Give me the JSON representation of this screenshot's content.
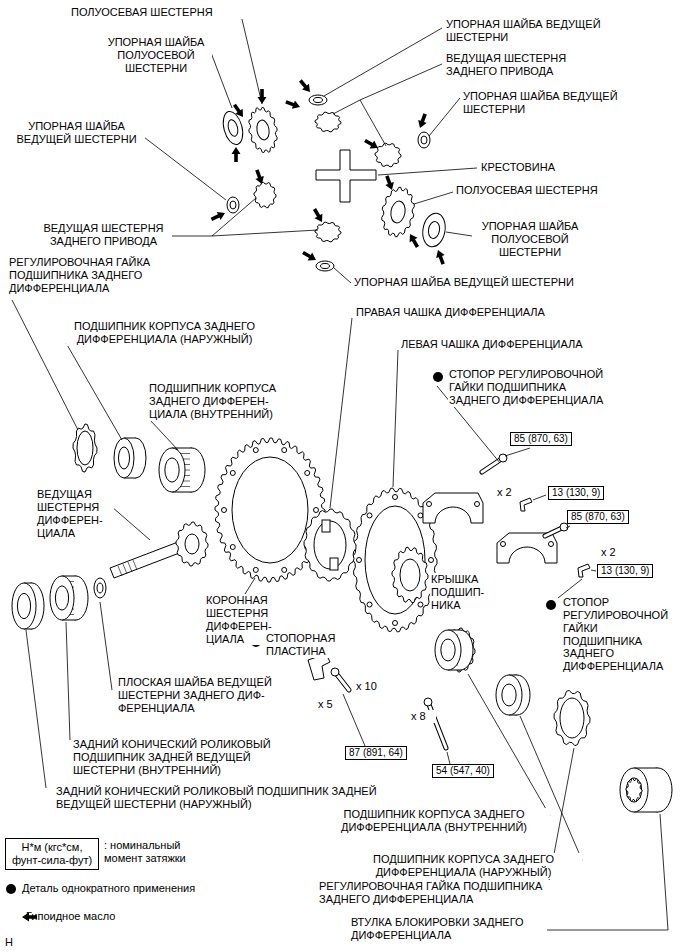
{
  "diagram": {
    "nodes": [
      {
        "text": [
          "85 (870, 63)"
        ]
      },
      {
        "text": [
          "13 (130, 9)"
        ]
      },
      {
        "text": [
          "85 (870, 63)"
        ]
      },
      {
        "text": [
          "13 (130, 9)"
        ]
      },
      {
        "text": [
          "87 (891, 64)"
        ]
      },
      {
        "text": [
          "54 (547, 40)"
        ]
      },
      {
        "text": [
          "Н*м (кгс*см, фунт-сила-фут)"
        ]
      }
    ],
    "labels": [
      "ПОЛУОСЕВАЯ ШЕСТЕРНЯ",
      "УПОРНАЯ ШАЙБА ПОЛУОСЕВОЙ ШЕСТЕРНИ",
      "УПОРНАЯ ШАЙБА ВЕДУЩЕЙ ШЕСТЕРНИ",
      "ВЕДУЩАЯ ШЕСТЕРНЯ ЗАДНЕГО ПРИВОДА",
      "РЕГУЛИРОВОЧНАЯ ГАЙКА ПОДШИПНИКА ЗАДНЕГО ДИФФЕРЕНЦИАЛА",
      "ПОДШИПНИК КОРПУСА ЗАДНЕГО ДИФФЕРЕНЦИАЛА (НАРУЖНЫЙ)",
      "ПОДШИПНИК КОРПУСА ЗАДНЕГО ДИФФЕРЕН- ЦИАЛА (ВНУТРЕННИЙ)",
      "ВЕДУЩАЯ ШЕСТЕРНЯ ДИФФЕРЕН- ЦИАЛА",
      "КОРОННАЯ ШЕСТЕРНЯ ДИФФЕРЕН- ЦИАЛА",
      "ПЛОСКАЯ ШАЙБА ВЕДУЩЕЙ ШЕСТЕРНИ ЗАДНЕГО ДИФ- ФЕРЕНЦИАЛА",
      "ЗАДНИЙ КОНИЧЕСКИЙ РОЛИКОВЫЙ ПОДШИПНИК ЗАДНЕЙ ВЕДУЩЕЙ ШЕСТЕРНИ (ВНУТРЕННИЙ)",
      "ЗАДНИЙ КОНИЧЕСКИЙ РОЛИКОВЫЙ ПОДШИПНИК ЗАДНЕЙ ВЕДУЩЕЙ ШЕСТЕРНИ (НАРУЖНЫЙ)",
      "УПОРНАЯ ШАЙБА ВЕДУЩЕЙ ШЕСТЕРНИ",
      "ВЕДУЩАЯ ШЕСТЕРНЯ ЗАДНЕГО ПРИВОДА",
      "УПОРНАЯ ШАЙБА ВЕДУЩЕЙ ШЕСТЕРНИ",
      "КРЕСТОВИНА",
      "ПОЛУОСЕВАЯ ШЕСТЕРНЯ",
      "УПОРНАЯ ШАЙБА ПОЛУОСЕВОЙ ШЕСТЕРНИ",
      "УПОРНАЯ ШАЙБА ВЕДУЩЕЙ ШЕСТЕРНИ",
      "ПРАВАЯ ЧАШКА ДИФФЕРЕНЦИАЛА",
      "ЛЕВАЯ ЧАШКА ДИФФЕРЕНЦИАЛА",
      "СТОПОР РЕГУЛИРОВОЧНОЙ ГАЙКИ ПОДШИПНИКА ЗАДНЕГО ДИФФЕРЕНЦИАЛА",
      "x 2",
      "x 2",
      "КРЫШКА ПОДШИП- НИКА",
      "СТОПОР РЕГУЛИРОВОЧНОЙ ГАЙКИ ПОДШИПНИКА ЗАДНЕГО ДИФФЕРЕНЦИАЛА",
      "СТОПОРНАЯ ПЛАСТИНА",
      "x 10",
      "x 5",
      "x 8",
      "ПОДШИПНИК КОРПУСА ЗАДНЕГО ДИФФЕРЕНЦИАЛА (ВНУТРЕННИЙ)",
      "ПОДШИПНИК КОРПУСА ЗАДНЕГО ДИФФЕРЕНЦИАЛА (НАРУЖНЫЙ)",
      "РЕГУЛИРОВОЧНАЯ ГАЙКА ПОДШИПНИКА ЗАДНЕГО ДИФФЕРЕНЦИАЛА",
      "ВТУЛКА БЛОКИРОВКИ ЗАДНЕГО ДИФФЕРЕНЦИАЛА",
      "H"
    ],
    "legend": [
      {
        "text": ": номинальный момент затяжки"
      },
      {
        "text": "Деталь однократного применения"
      },
      {
        "text": "Гипоидное масло"
      }
    ]
  }
}
